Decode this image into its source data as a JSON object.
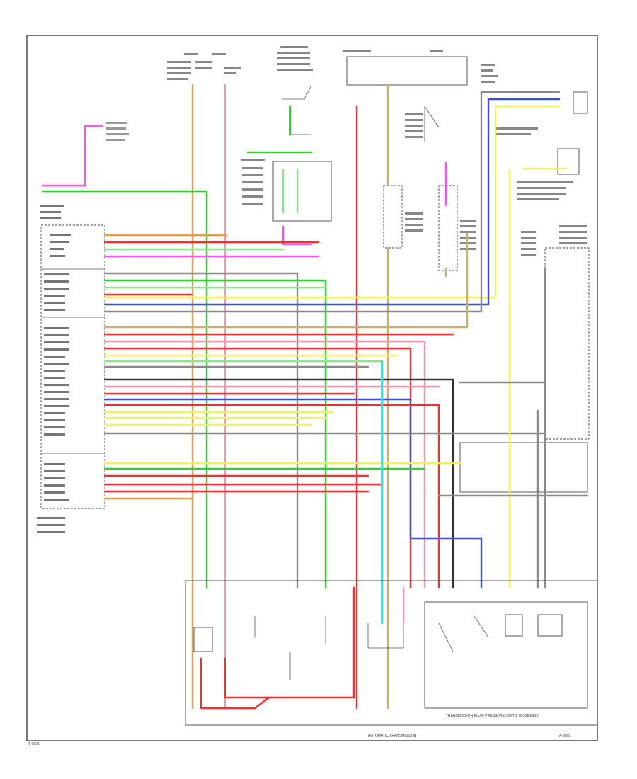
{
  "diagram": {
    "page_number": "T-0001",
    "code": "A-8098"
  },
  "bottom_labels": {
    "automatic_transmission": "AUTOMATIC TRANSMISSION",
    "pressure_switch_assembly": "TRANSMISSION FLUID PRESSURE SWITCH ASSEMBLY"
  },
  "colors": {
    "orange": "#f59a3a",
    "pink": "#ff8fb0",
    "green": "#2fd12f",
    "lightgreen": "#8ae68a",
    "magenta": "#ff4dff",
    "red": "#ff2b2b",
    "blue": "#3a4fe0",
    "yellow": "#f2f25a",
    "cyan": "#2ee6e6",
    "gray": "#8a8a8a",
    "tan": "#c8b070",
    "black": "#333333"
  }
}
